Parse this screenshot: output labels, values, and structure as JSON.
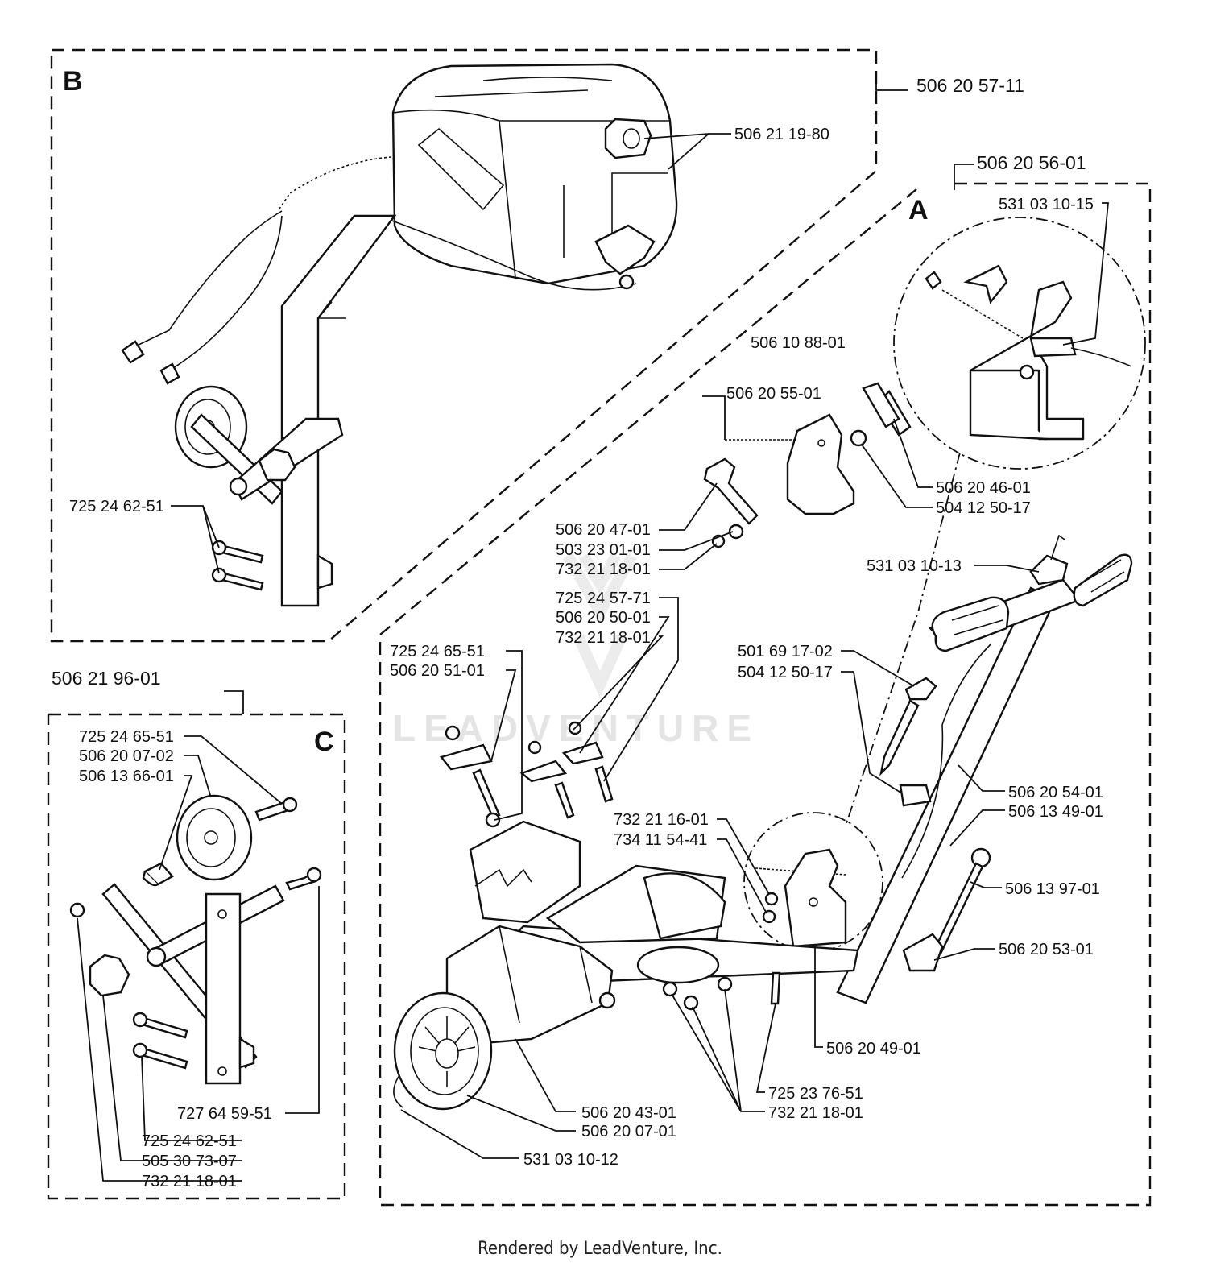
{
  "sections": {
    "b": {
      "letter": "B",
      "assembly_number": "506 20 57-11"
    },
    "a": {
      "letter": "A",
      "assembly_number": "506 20 56-01"
    },
    "c": {
      "letter": "C",
      "assembly_number": "506 21 96-01"
    }
  },
  "part_labels": [
    "506 21 19-80",
    "725 24 62-51",
    "531 03 10-15",
    "506 10 88-01",
    "506 20 55-01",
    "506 20 46-01",
    "504 12 50-17",
    "506 20 47-01",
    "503 23 01-01",
    "732 21 18-01",
    "531 03 10-13",
    "725 24 57-71",
    "506 20 50-01",
    "732 21 18-01",
    "725 24 65-51",
    "506 20 51-01",
    "501 69 17-02",
    "504 12 50-17",
    "506 20 54-01",
    "506 13 49-01",
    "732 21 16-01",
    "734 11 54-41",
    "506 13 97-01",
    "506 20 53-01",
    "506 20 49-01",
    "725 23 76-51",
    "732 21 18-01",
    "506 20 43-01",
    "506 20 07-01",
    "531 03 10-12",
    "725 24 65-51",
    "506 20 07-02",
    "506 13 66-01",
    "727 64 59-51",
    "725 24 62-51",
    "505 30 73-07",
    "732 21 18-01"
  ],
  "watermark": "LEADVENTURE",
  "footer": "Rendered by LeadVenture, Inc."
}
